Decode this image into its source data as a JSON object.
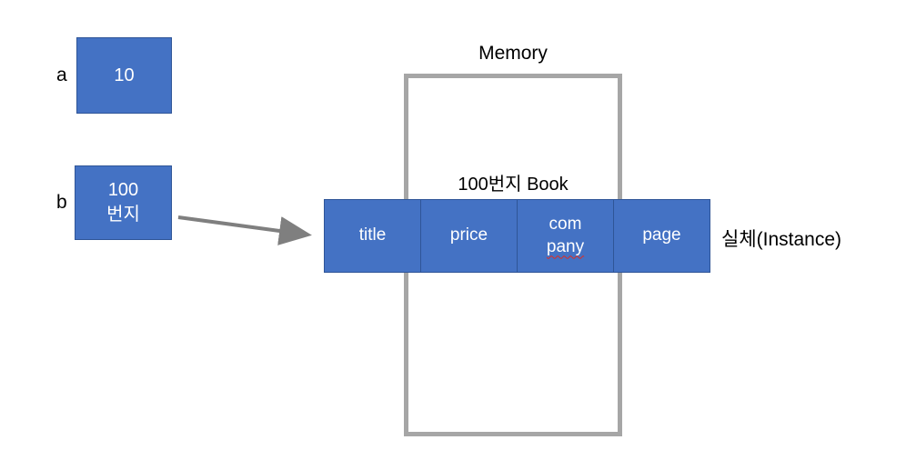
{
  "diagram": {
    "variables": {
      "a": {
        "label": "a",
        "value": "10"
      },
      "b": {
        "label": "b",
        "value": "100\n번지"
      }
    },
    "memory": {
      "title": "Memory"
    },
    "instance": {
      "caption": "100번지 Book",
      "fields": {
        "title": "title",
        "price": "price",
        "company_line1": "com",
        "company_line2": "pany",
        "page": "page"
      },
      "side_label": "실체(Instance)"
    },
    "colors": {
      "box_fill": "#4472c4",
      "box_border": "#2f5597",
      "memory_border": "#a6a6a6",
      "arrow": "#7f7f7f",
      "spellcheck_squiggle": "#e02b20",
      "text_on_box": "#ffffff",
      "text": "#000000"
    }
  }
}
